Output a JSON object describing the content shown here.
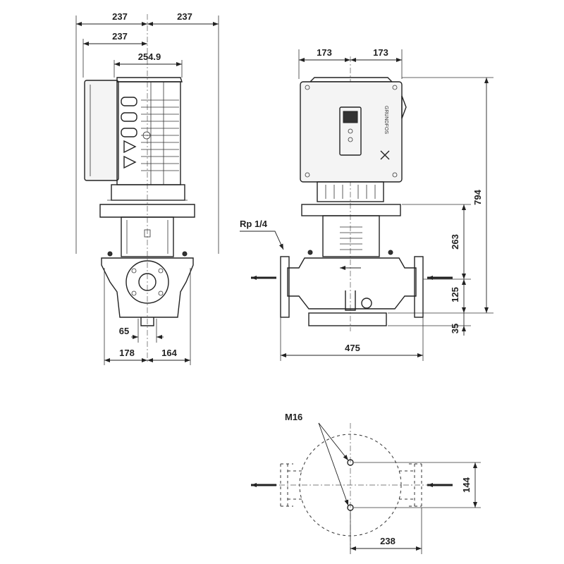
{
  "dimensions": {
    "side_top_left": "237",
    "side_top_right": "237",
    "side_second": "237",
    "side_third": "254.9",
    "side_flange": "65",
    "side_bottom_left": "178",
    "side_bottom_right": "164",
    "front_top_left": "173",
    "front_top_right": "173",
    "front_thread": "Rp 1/4",
    "front_height_total": "794",
    "front_height_upper": "263",
    "front_height_mid": "125",
    "front_height_base": "35",
    "front_width": "475",
    "plan_bolt": "M16",
    "plan_height": "144",
    "plan_width": "238"
  }
}
